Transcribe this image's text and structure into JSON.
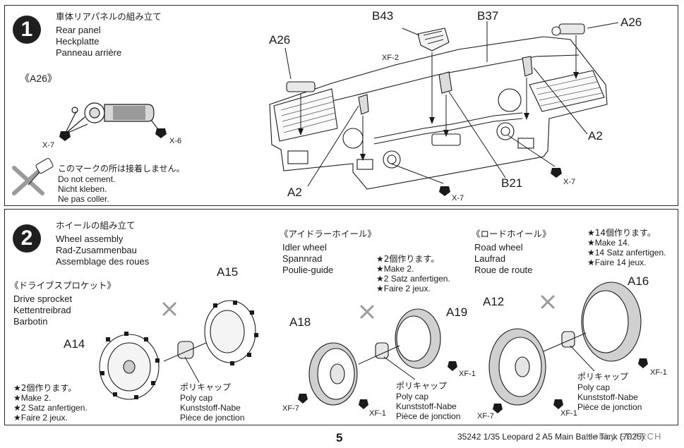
{
  "step1": {
    "number": "1",
    "title_jp": "車体リアパネルの組み立て",
    "title_en": "Rear panel",
    "title_de": "Heckplatte",
    "title_fr": "Panneau arrière",
    "detail_label": "《A26》",
    "detail_x7": "X-7",
    "detail_x6": "X-6",
    "nocement_jp": "このマークの所は接着しません。",
    "nocement_en": "Do not cement.",
    "nocement_de": "Nicht kleben.",
    "nocement_fr": "Ne pas coller.",
    "parts": {
      "a26_left": "A26",
      "b43": "B43",
      "xf2": "XF-2",
      "b37": "B37",
      "a26_right": "A26",
      "a2_left": "A2",
      "a2_right": "A2",
      "b21": "B21",
      "x7_bottom": "X-7",
      "x7_right": "X-7"
    }
  },
  "step2": {
    "number": "2",
    "title_jp": "ホイールの組み立て",
    "title_en": "Wheel assembly",
    "title_de": "Rad-Zusammenbau",
    "title_fr": "Assemblage des roues",
    "sprocket": {
      "heading": "《ドライブスプロケット》",
      "en": "Drive sprocket",
      "de": "Kettentreibrad",
      "fr": "Barbotin",
      "a14": "A14",
      "a15": "A15",
      "make_jp": "★2個作ります。",
      "make_en": "★Make 2.",
      "make_de": "★2 Satz anfertigen.",
      "make_fr": "★Faire 2 jeux."
    },
    "idler": {
      "heading": "《アイドラーホイール》",
      "en": "Idler wheel",
      "de": "Spannrad",
      "fr": "Poulie-guide",
      "make_jp": "★2個作ります。",
      "make_en": "★Make 2.",
      "make_de": "★2 Satz anfertigen.",
      "make_fr": "★Faire 2 jeux.",
      "a18": "A18",
      "a19": "A19",
      "xf7": "XF-7",
      "xf1a": "XF-1",
      "xf1b": "XF-1"
    },
    "road": {
      "heading": "《ロードホイール》",
      "en": "Road wheel",
      "de": "Laufrad",
      "fr": "Roue de route",
      "make_jp": "★14個作ります。",
      "make_en": "★Make 14.",
      "make_de": "★14 Satz anfertigen.",
      "make_fr": "★Faire 14 jeux.",
      "a12": "A12",
      "a16": "A16",
      "xf7": "XF-7",
      "xf1a": "XF-1",
      "xf1b": "XF-1"
    },
    "polycap_jp": "ポリキャップ",
    "polycap_en": "Poly cap",
    "polycap_de": "Kunststoff-Nabe",
    "polycap_fr": "Pièce de jonction"
  },
  "footer": {
    "page": "5",
    "product": "35242  1/35 Leopard 2 A5 Main Battle Tank (7025)",
    "watermark": "Hobby SEARCH"
  },
  "colors": {
    "ink": "#1a1a1a",
    "gray": "#8a8a8a",
    "paper": "#ffffff"
  }
}
